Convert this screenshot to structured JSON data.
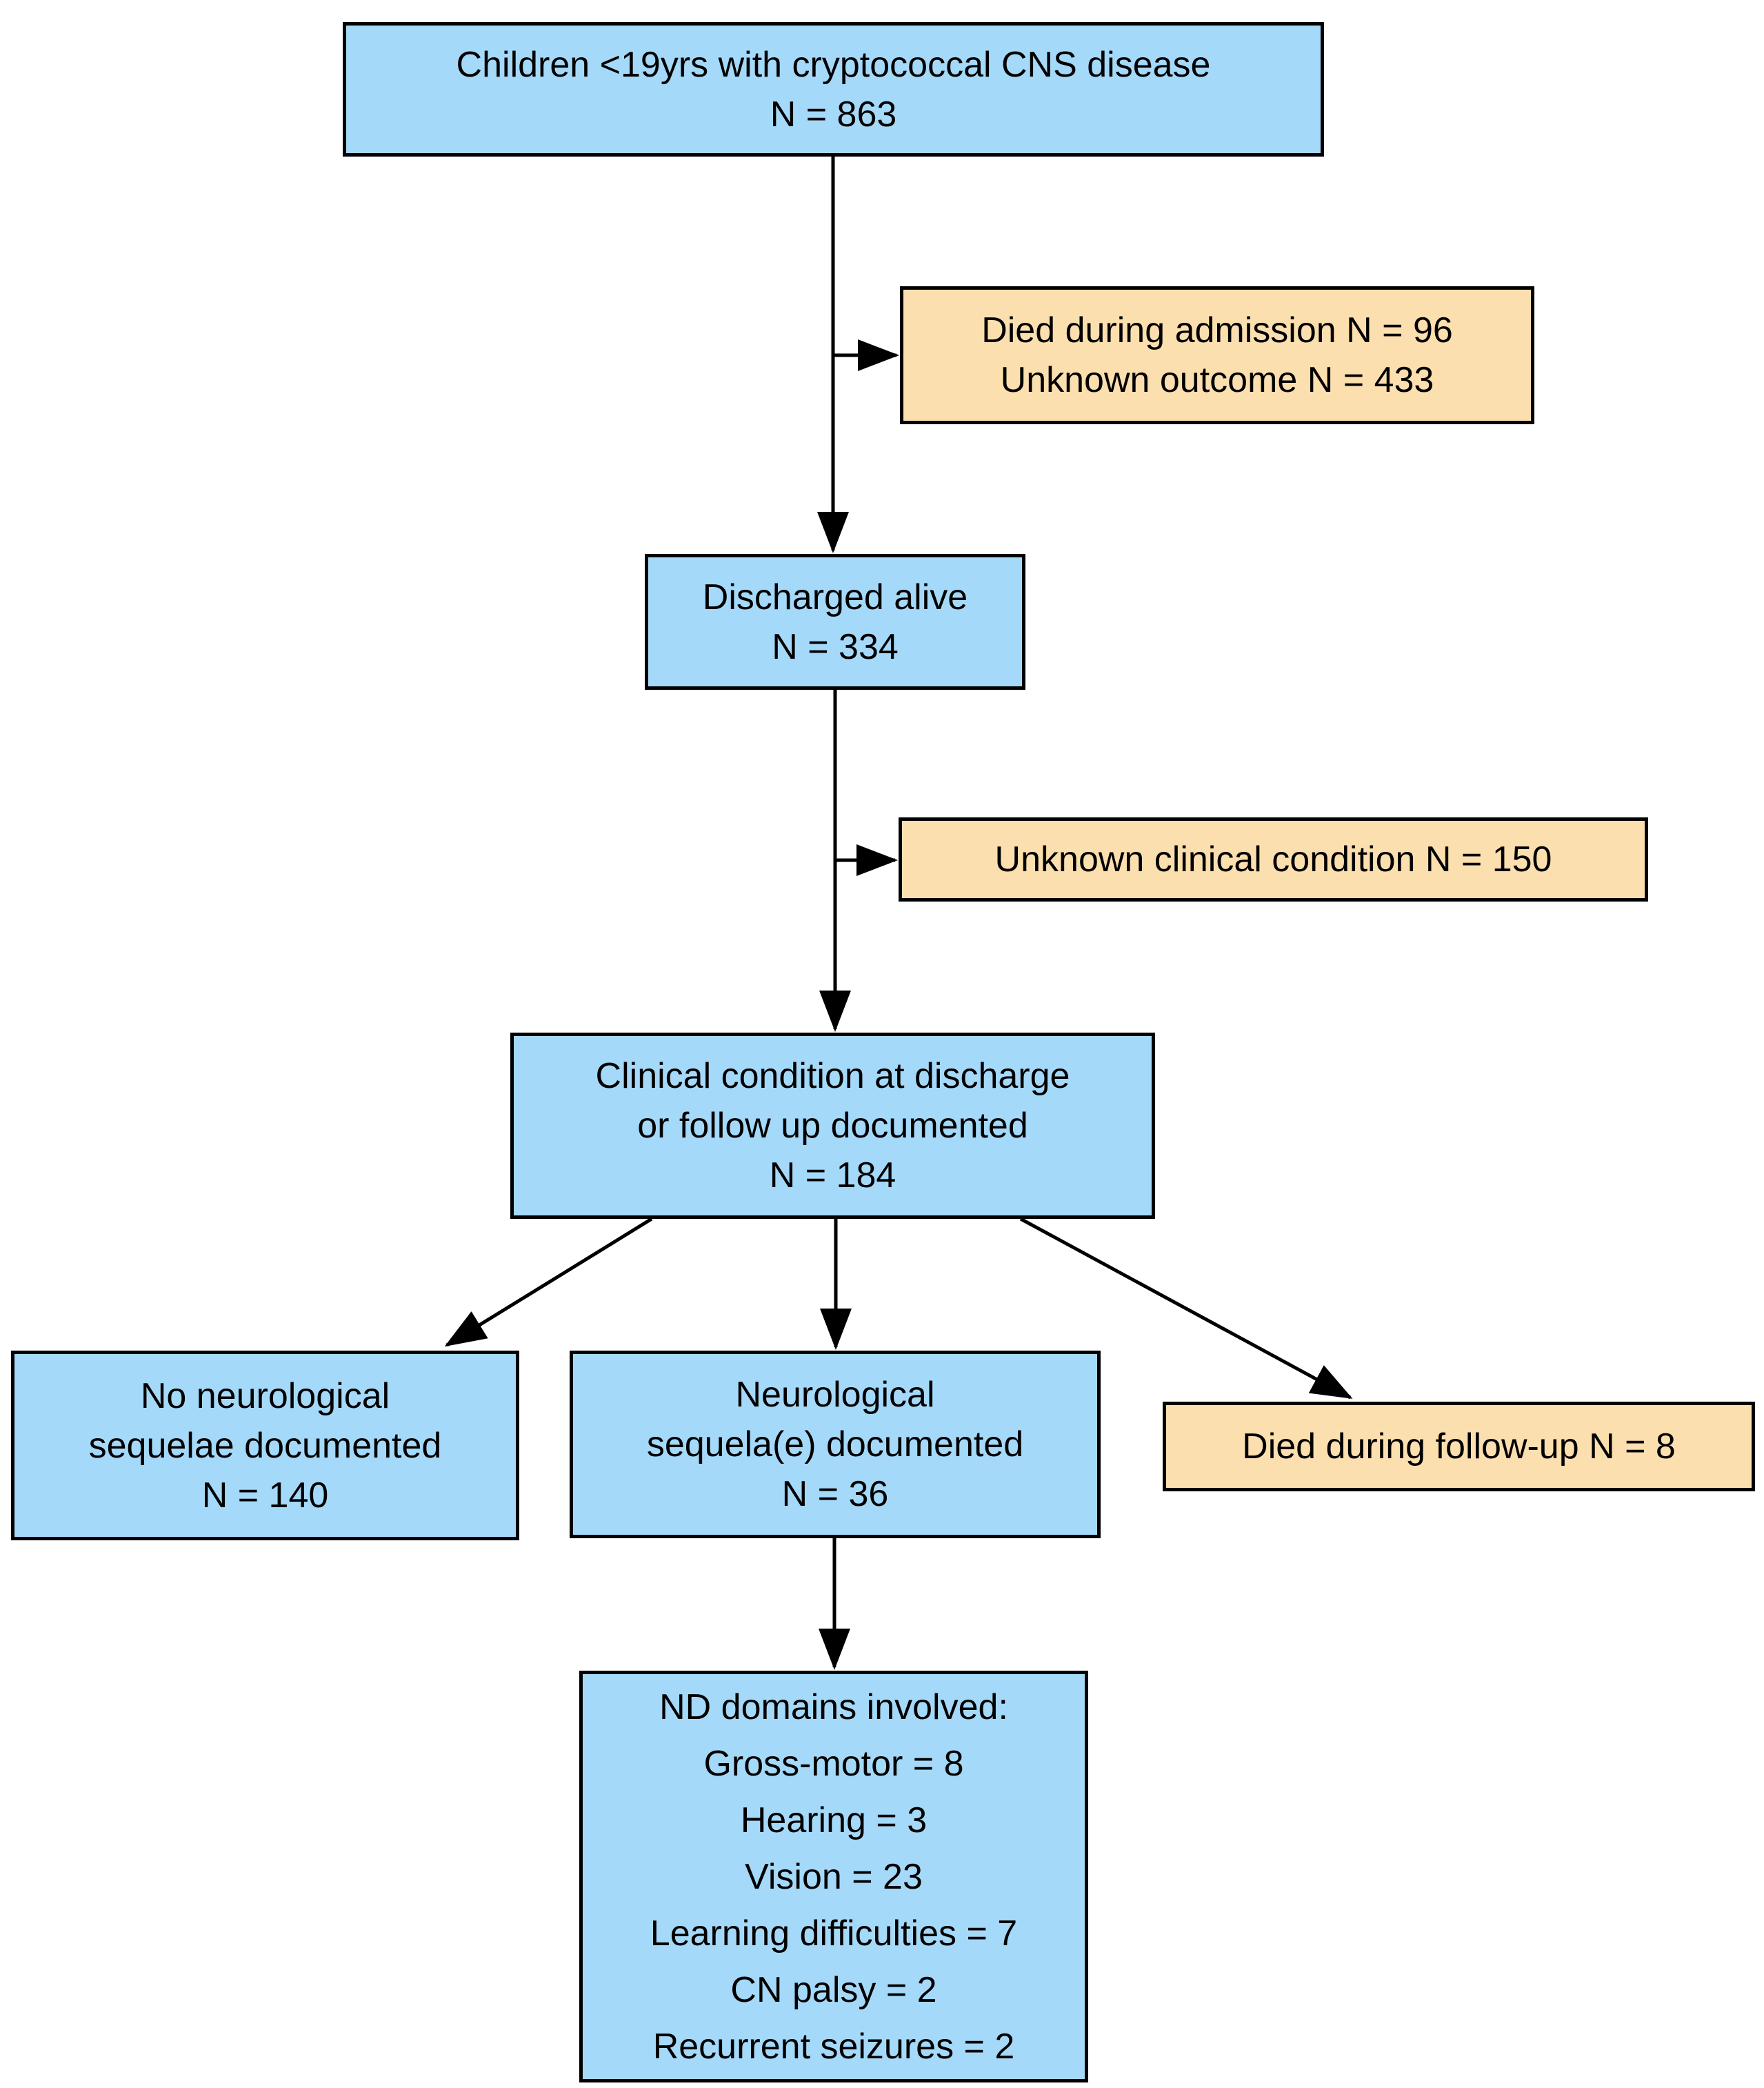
{
  "figure": {
    "type": "flowchart",
    "background": "#ffffff",
    "box_fill_blue": "#a5d9f9",
    "box_fill_orange": "#fcdfae",
    "border_color": "#000000",
    "text_color": "#000000"
  },
  "nodes": {
    "total": {
      "style": "blue",
      "lines": [
        "Children <19yrs with cryptococcal CNS disease",
        "N = 863"
      ]
    },
    "died_admission": {
      "style": "orange",
      "lines": [
        "Died during admission N = 96",
        "Unknown outcome N = 433"
      ]
    },
    "discharged": {
      "style": "blue",
      "lines": [
        "Discharged alive",
        "N = 334"
      ]
    },
    "unknown_condition": {
      "style": "orange",
      "lines": [
        "Unknown clinical condition N = 150"
      ]
    },
    "condition_documented": {
      "style": "blue",
      "lines": [
        "Clinical condition at discharge",
        "or follow up documented",
        "N = 184"
      ]
    },
    "no_sequelae": {
      "style": "blue",
      "lines": [
        "No neurological",
        "sequelae documented",
        "N = 140"
      ]
    },
    "sequelae": {
      "style": "blue",
      "lines": [
        "Neurological",
        "sequela(e) documented",
        "N = 36"
      ]
    },
    "died_followup": {
      "style": "orange",
      "lines": [
        "Died during follow-up N = 8"
      ]
    },
    "nd_domains": {
      "style": "blue",
      "lines": [
        "ND domains involved:",
        "Gross-motor = 8",
        "Hearing = 3",
        "Vision = 23",
        "Learning difficulties = 7",
        "CN palsy = 2",
        "Recurrent seizures = 2"
      ]
    }
  },
  "edges": [
    {
      "from": "total",
      "to": "discharged"
    },
    {
      "from": "total",
      "to": "died_admission"
    },
    {
      "from": "discharged",
      "to": "condition_documented"
    },
    {
      "from": "discharged",
      "to": "unknown_condition"
    },
    {
      "from": "condition_documented",
      "to": "no_sequelae"
    },
    {
      "from": "condition_documented",
      "to": "sequelae"
    },
    {
      "from": "condition_documented",
      "to": "died_followup"
    },
    {
      "from": "sequelae",
      "to": "nd_domains"
    }
  ]
}
